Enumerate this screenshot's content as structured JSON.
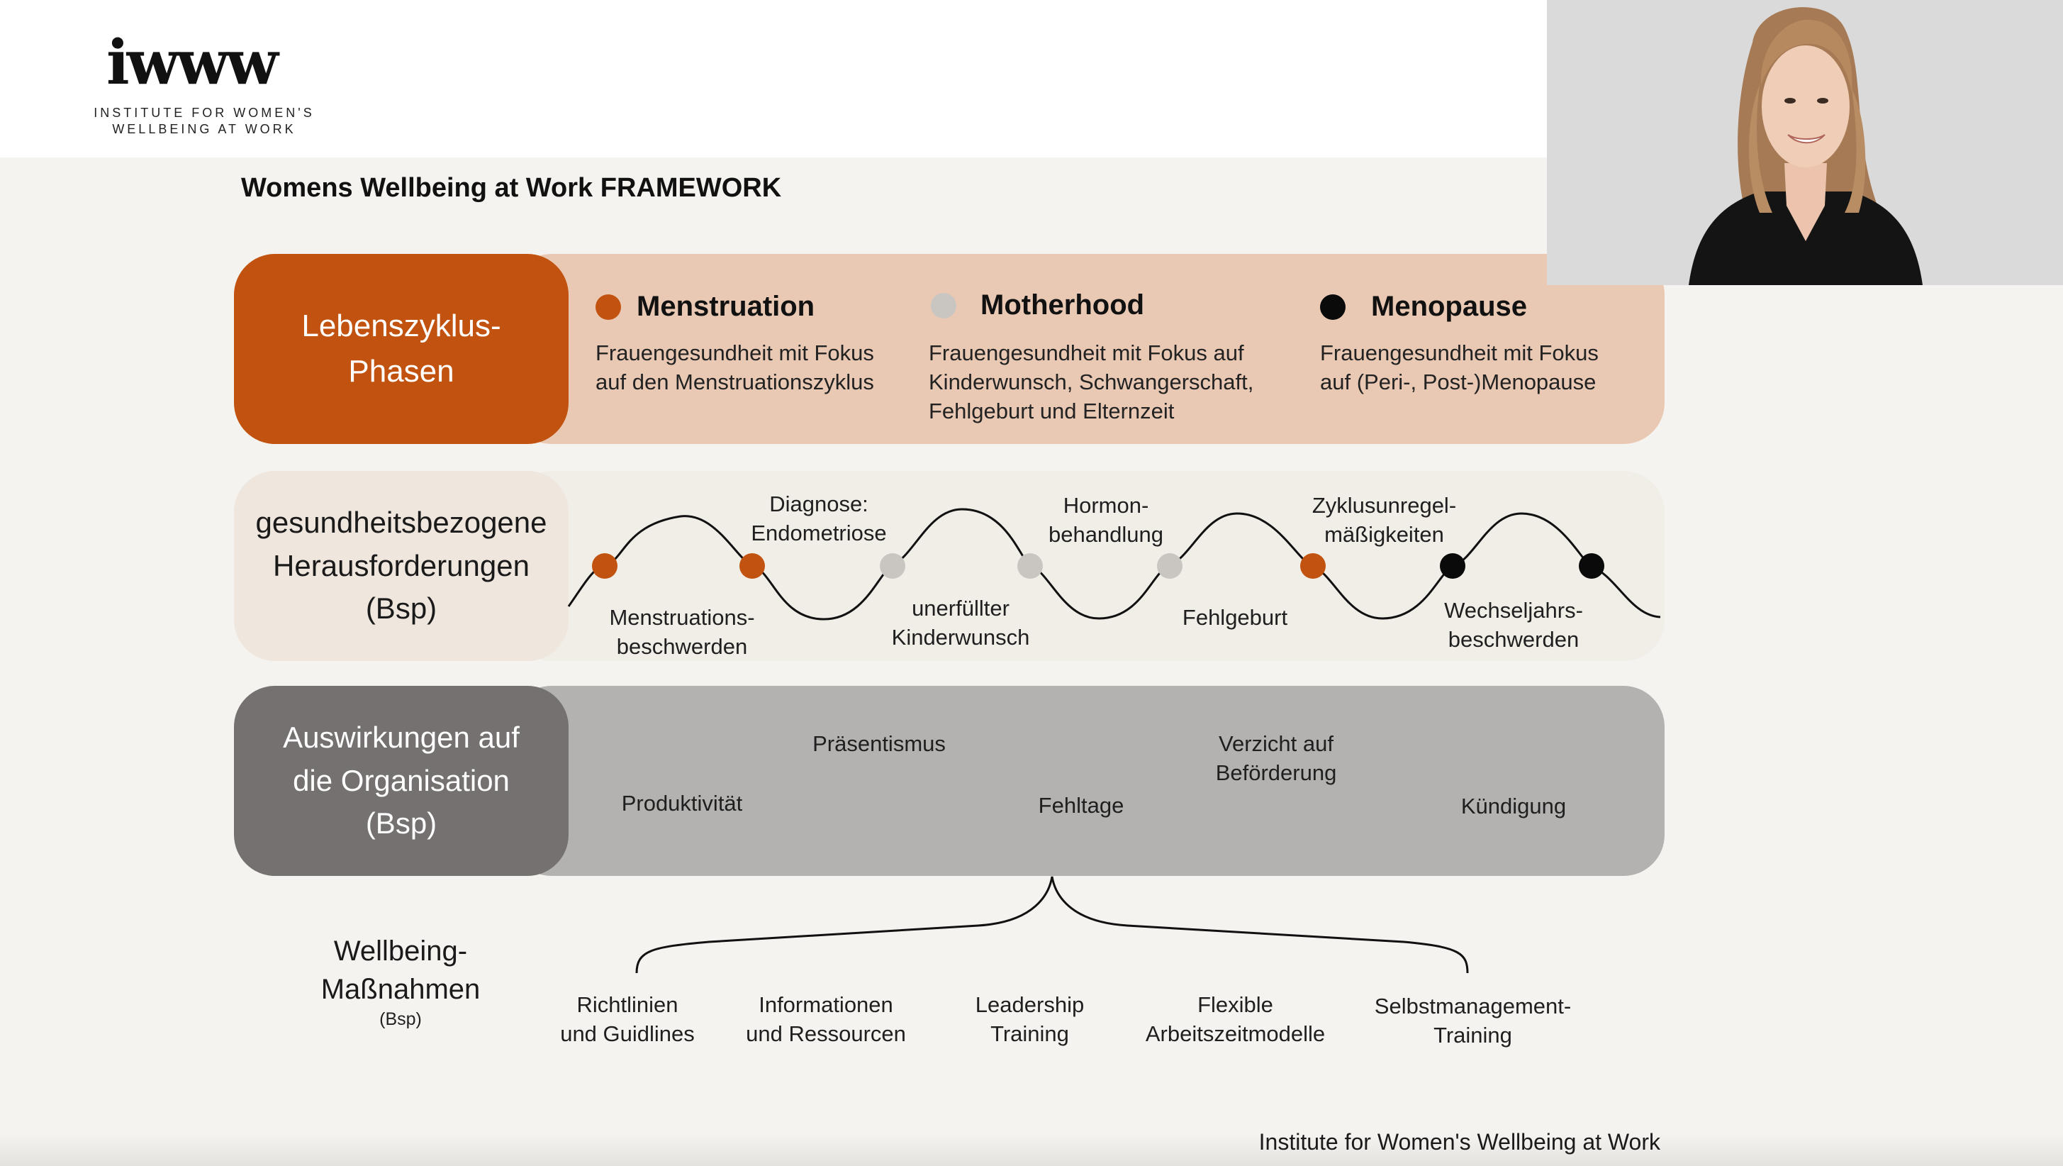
{
  "logo": {
    "mark": "iwww",
    "subtitle": "INSTITUTE FOR WOMEN'S\nWELLBEING AT WORK"
  },
  "page_title": "Womens Wellbeing at Work FRAMEWORK",
  "rows": {
    "lifecycle": {
      "label": "Lebenszyklus-\nPhasen",
      "phases": [
        {
          "name": "Menstruation",
          "color": "#c2520f",
          "description": "Frauengesundheit mit Fokus\nauf den Menstruationszyklus"
        },
        {
          "name": "Motherhood",
          "color": "#c9c6c2",
          "description": "Frauengesundheit mit Fokus auf\nKinderwunsch, Schwangerschaft,\nFehlgeburt und Elternzeit"
        },
        {
          "name": "Menopause",
          "color": "#0a0a0a",
          "description": "Frauengesundheit mit Fokus\nauf (Peri-, Post-)Menopause"
        }
      ]
    },
    "challenges": {
      "label": "gesundheitsbezogene\nHerausforderungen\n(Bsp)",
      "upper_labels": [
        "Diagnose:\nEndometriose",
        "Hormon-\nbehandlung",
        "Zyklusunregel-\nmäßigkeiten"
      ],
      "lower_labels": [
        "Menstruations-\nbeschwerden",
        "unerfüllter\nKinderwunsch",
        "Fehlgeburt",
        "Wechseljahrs-\nbeschwerden"
      ],
      "point_colors": [
        "#c2520f",
        "#c2520f",
        "#c9c6c2",
        "#c9c6c2",
        "#c9c6c2",
        "#c2520f",
        "#0a0a0a",
        "#0a0a0a"
      ]
    },
    "impact": {
      "label": "Auswirkungen auf\ndie Organisation\n(Bsp)",
      "items": [
        "Präsentismus",
        "Produktivität",
        "Fehltage",
        "Verzicht auf\nBeförderung",
        "Kündigung"
      ]
    },
    "measures": {
      "label": "Wellbeing-\nMaßnahmen",
      "sublabel": "(Bsp)",
      "items": [
        "Richtlinien\nund Guidlines",
        "Informationen\nund Ressourcen",
        "Leadership\nTraining",
        "Flexible\nArbeitszeitmodelle",
        "Selbstmanagement-\nTraining"
      ]
    }
  },
  "footer": "Institute for Women's Wellbeing at Work",
  "colors": {
    "orange": "#c2520f",
    "peach": "#e9c9b4",
    "cream": "#efe6dd",
    "light_band": "#f1ede7",
    "gray_band": "#b3b2b1",
    "dark_gray": "#747170",
    "background": "#f5f3ef"
  },
  "video": {
    "icon": "presenter-video-feed"
  }
}
